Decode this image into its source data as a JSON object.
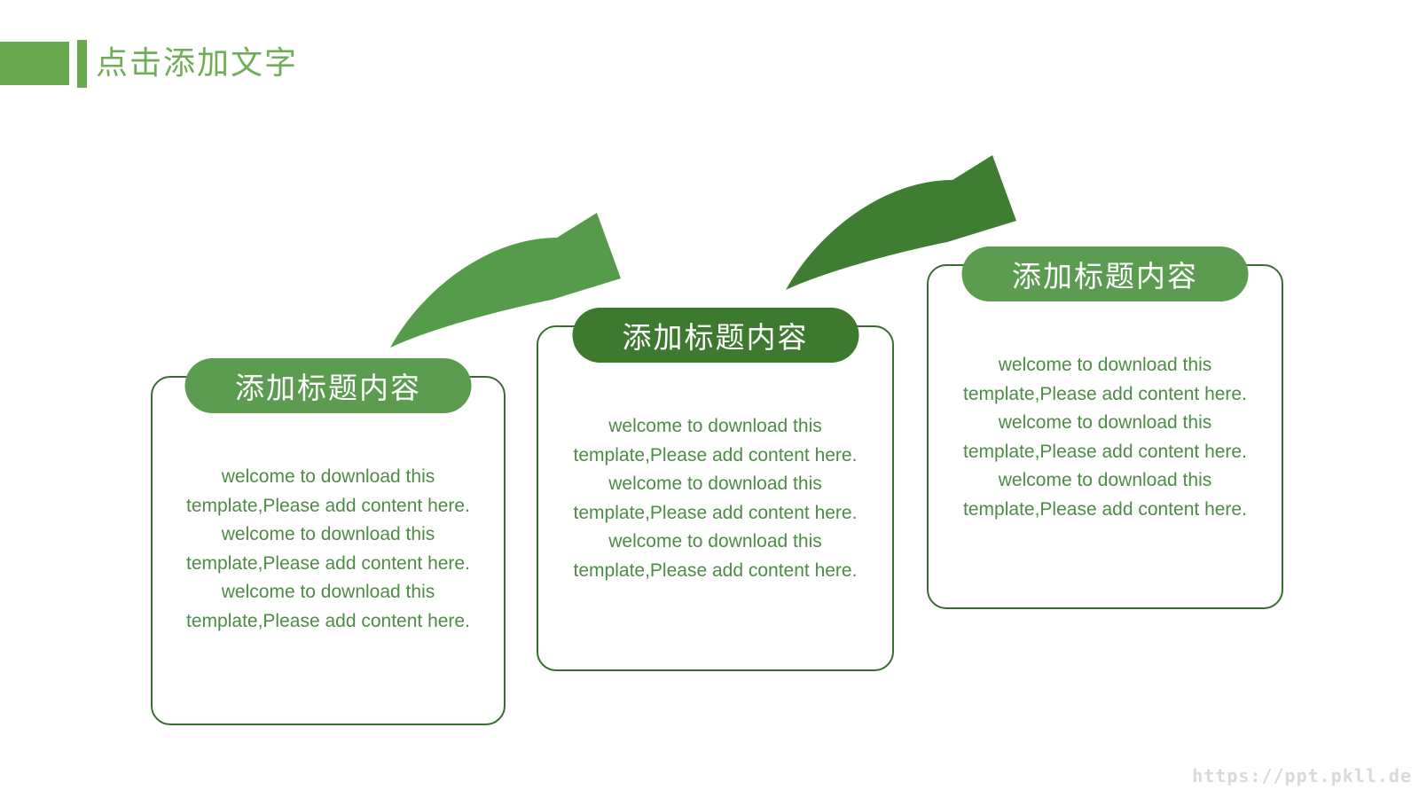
{
  "header": {
    "title": "点击添加文字"
  },
  "cards": [
    {
      "title": "添加标题内容",
      "pill_color": "#5b9c51",
      "lines": [
        "welcome to download this",
        "template,Please add content here.",
        "welcome to download this",
        "template,Please add content here.",
        "welcome to download this",
        "template,Please add content here."
      ]
    },
    {
      "title": "添加标题内容",
      "pill_color": "#3d7a2f",
      "lines": [
        "welcome to download this",
        "template,Please add content here.",
        "welcome to download this",
        "template,Please add content here.",
        "welcome to download this",
        "template,Please add content here."
      ]
    },
    {
      "title": "添加标题内容",
      "pill_color": "#5b9c51",
      "lines": [
        "welcome to download this",
        "template,Please add content here.",
        "welcome to download this",
        "template,Please add content here.",
        "welcome to download this",
        "template,Please add content here."
      ]
    }
  ],
  "arrows": [
    {
      "name": "curved-arrow-icon",
      "color": "#569a4b"
    },
    {
      "name": "curved-arrow-icon",
      "color": "#3f7d33"
    }
  ],
  "watermark": {
    "text": "https://ppt.pkll.de"
  },
  "colors": {
    "accent": "#6aa84f",
    "title_text": "#6fae57",
    "card_border": "#3a6b33",
    "body_text": "#4d8b46",
    "pill_text": "#ffffff",
    "watermark": "#d9d9da",
    "background": "#ffffff"
  }
}
